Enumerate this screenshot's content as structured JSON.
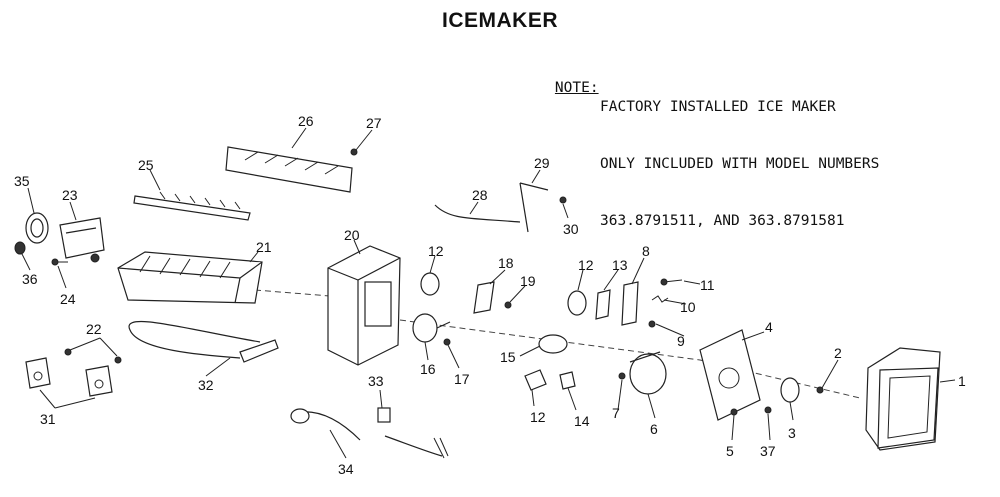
{
  "title": "ICEMAKER",
  "note": {
    "label": "NOTE:",
    "lines": [
      "FACTORY INSTALLED ICE MAKER",
      "ONLY INCLUDED WITH MODEL NUMBERS",
      "363.8791511, AND 363.8791581"
    ]
  },
  "callouts": {
    "p1": "1",
    "p2": "2",
    "p3": "3",
    "p4": "4",
    "p5": "5",
    "p6": "6",
    "p7": "7",
    "p8": "8",
    "p9": "9",
    "p10": "10",
    "p11": "11",
    "p12a": "12",
    "p12b": "12",
    "p12c": "12",
    "p13": "13",
    "p14": "14",
    "p15": "15",
    "p16": "16",
    "p17": "17",
    "p18": "18",
    "p19": "19",
    "p20": "20",
    "p21": "21",
    "p22": "22",
    "p23": "23",
    "p24": "24",
    "p25": "25",
    "p26": "26",
    "p27": "27",
    "p28": "28",
    "p29": "29",
    "p30": "30",
    "p31": "31",
    "p32": "32",
    "p33": "33",
    "p34": "34",
    "p35": "35",
    "p36": "36",
    "p37": "37"
  }
}
